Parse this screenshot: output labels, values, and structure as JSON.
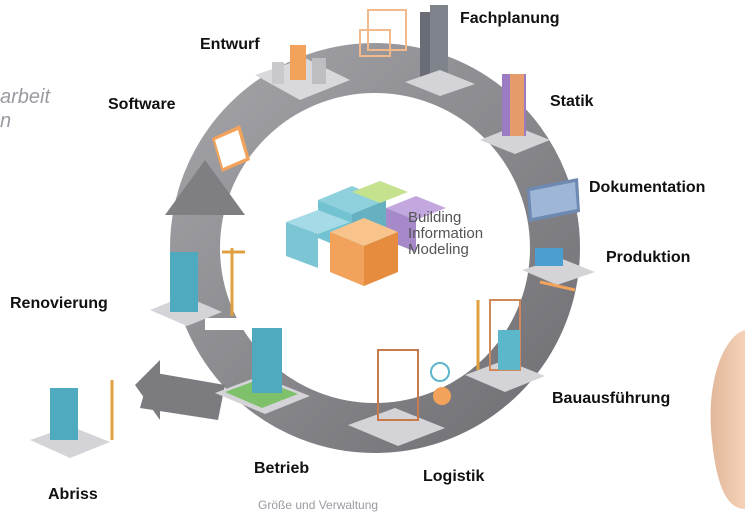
{
  "center_logo": {
    "line1": "Building",
    "line2": "Information",
    "line3": "Modeling"
  },
  "stages": {
    "entwurf": "Entwurf",
    "fachplanung": "Fachplanung",
    "statik": "Statik",
    "dokumentation": "Dokumentation",
    "produktion": "Produktion",
    "bauausfuehrung": "Bauausführung",
    "logistik": "Logistik",
    "betrieb": "Betrieb",
    "renovierung": "Renovierung",
    "abriss": "Abriss",
    "software": "Software"
  },
  "partial_text": {
    "line1": "arbeit",
    "line2": "n",
    "bottom_caption": "Größe und Verwaltung"
  },
  "colors": {
    "ring": "#8d8d92",
    "ring_dark": "#6f6f74",
    "cube_teal": "#5bb7c9",
    "cube_green": "#a6cf5b",
    "cube_purple": "#9b7cc2",
    "cube_orange": "#f2a25a",
    "cube_yellow": "#f5cf63"
  }
}
